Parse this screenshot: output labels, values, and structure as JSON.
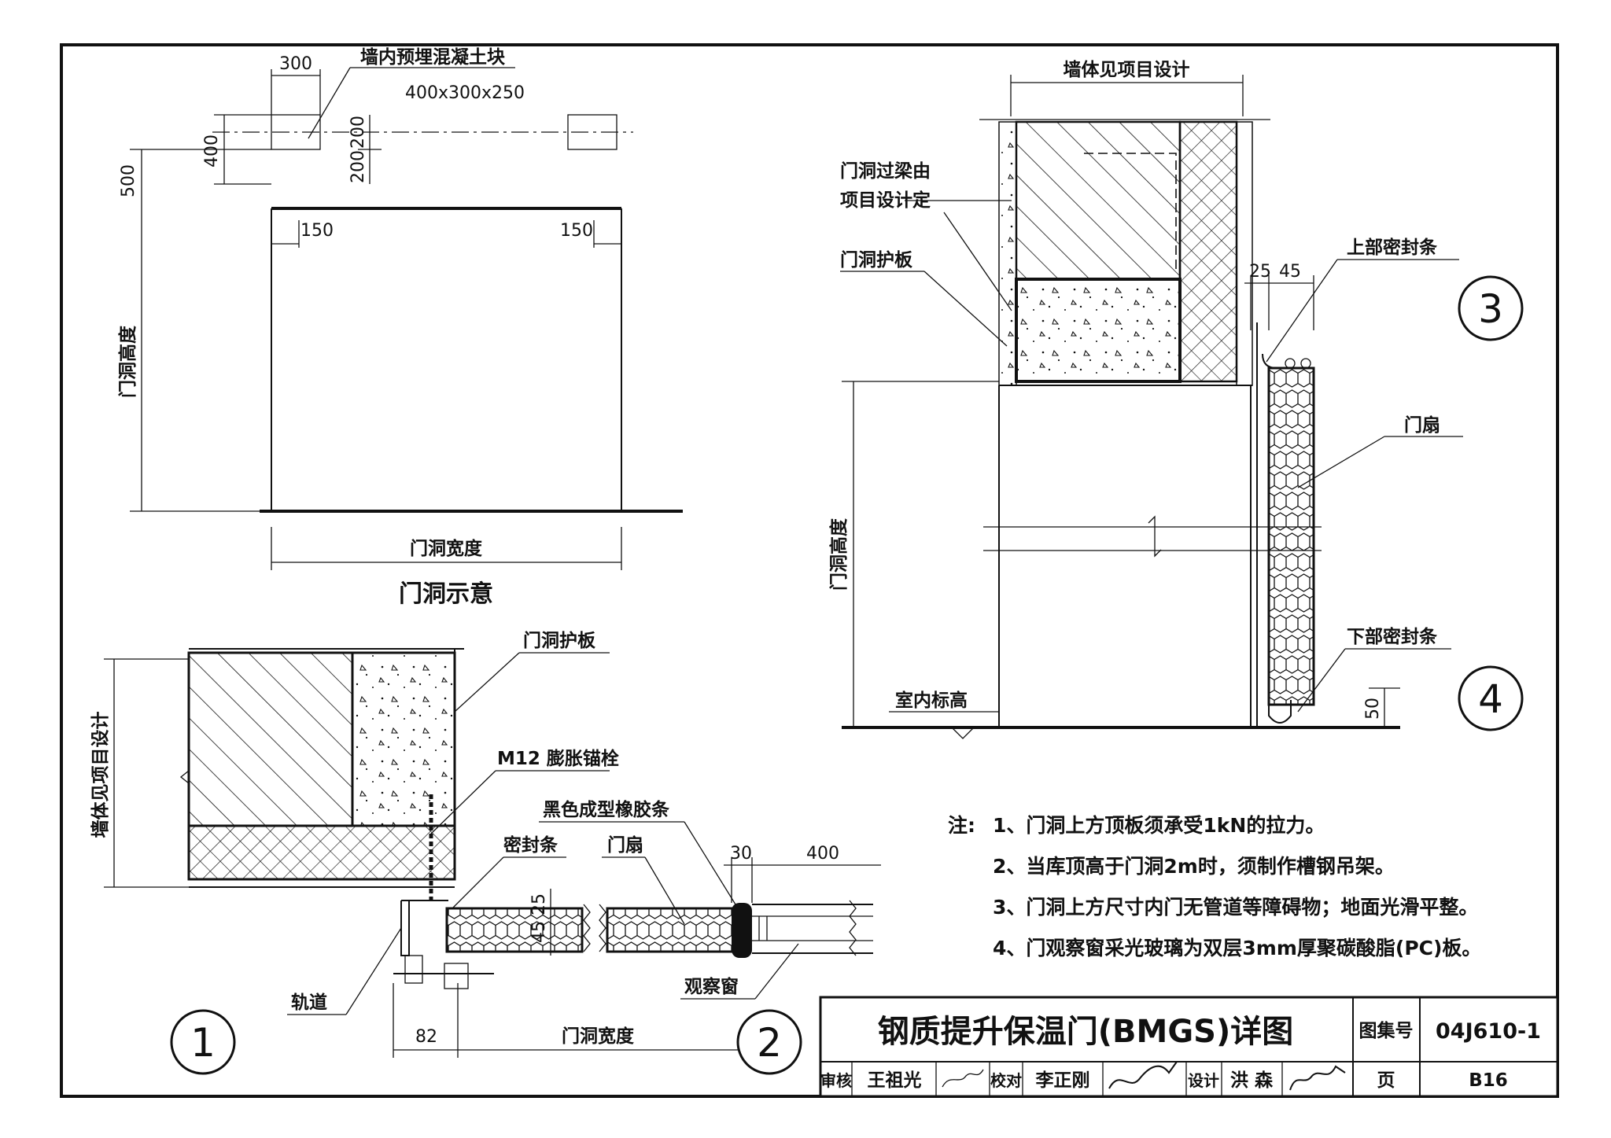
{
  "view_doorway": {
    "caption": "门洞示意",
    "block_label": "墙内预埋混凝土块",
    "block_size": "400x300x250",
    "dim_300": "300",
    "dim_400": "400",
    "dim_200a": "200",
    "dim_200b": "200",
    "dim_500": "500",
    "dim_150_left": "150",
    "dim_150_right": "150",
    "height_label": "门洞高度",
    "width_label": "门洞宽度"
  },
  "view_section": {
    "wall_label": "墙体见项目设计",
    "lintel_line1": "门洞过梁由",
    "lintel_line2": "项目设计定",
    "guard_label": "门洞护板",
    "dim_25": "25",
    "dim_45": "45",
    "top_seal": "上部密封条",
    "door_leaf": "门扇",
    "height_label": "门洞高度",
    "bottom_seal": "下部密封条",
    "floor_label": "室内标高",
    "dim_50": "50",
    "callout_3": "3",
    "callout_4": "4"
  },
  "view_plan": {
    "wall_label": "墙体见项目设计",
    "guard_label": "门洞护板",
    "anchor_label": "M12 膨胀锚栓",
    "rubber_label": "黑色成型橡胶条",
    "seal_label": "密封条",
    "door_leaf": "门扇",
    "dim_30": "30",
    "dim_400": "400",
    "dim_25": "25",
    "dim_45": "45",
    "track_label": "轨道",
    "window_label": "观察窗",
    "dim_82": "82",
    "width_label": "门洞宽度",
    "callout_1": "1",
    "callout_2": "2"
  },
  "notes": {
    "prefix": "注:",
    "items": [
      "1、门洞上方顶板须承受1kN的拉力。",
      "2、当库顶高于门洞2m时，须制作槽钢吊架。",
      "3、门洞上方尺寸内门无管道等障碍物；地面光滑平整。",
      "4、门观察窗采光玻璃为双层3mm厚聚碳酸脂(PC)板。"
    ]
  },
  "title_block": {
    "title": "钢质提升保温门(BMGS)详图",
    "atlas_label": "图集号",
    "atlas_no": "04J610-1",
    "review_label": "审核",
    "reviewer": "王祖光",
    "check_label": "校对",
    "checker": "李正刚",
    "design_label": "设计",
    "designer": "洪 森",
    "page_label": "页",
    "page_no": "B16"
  }
}
